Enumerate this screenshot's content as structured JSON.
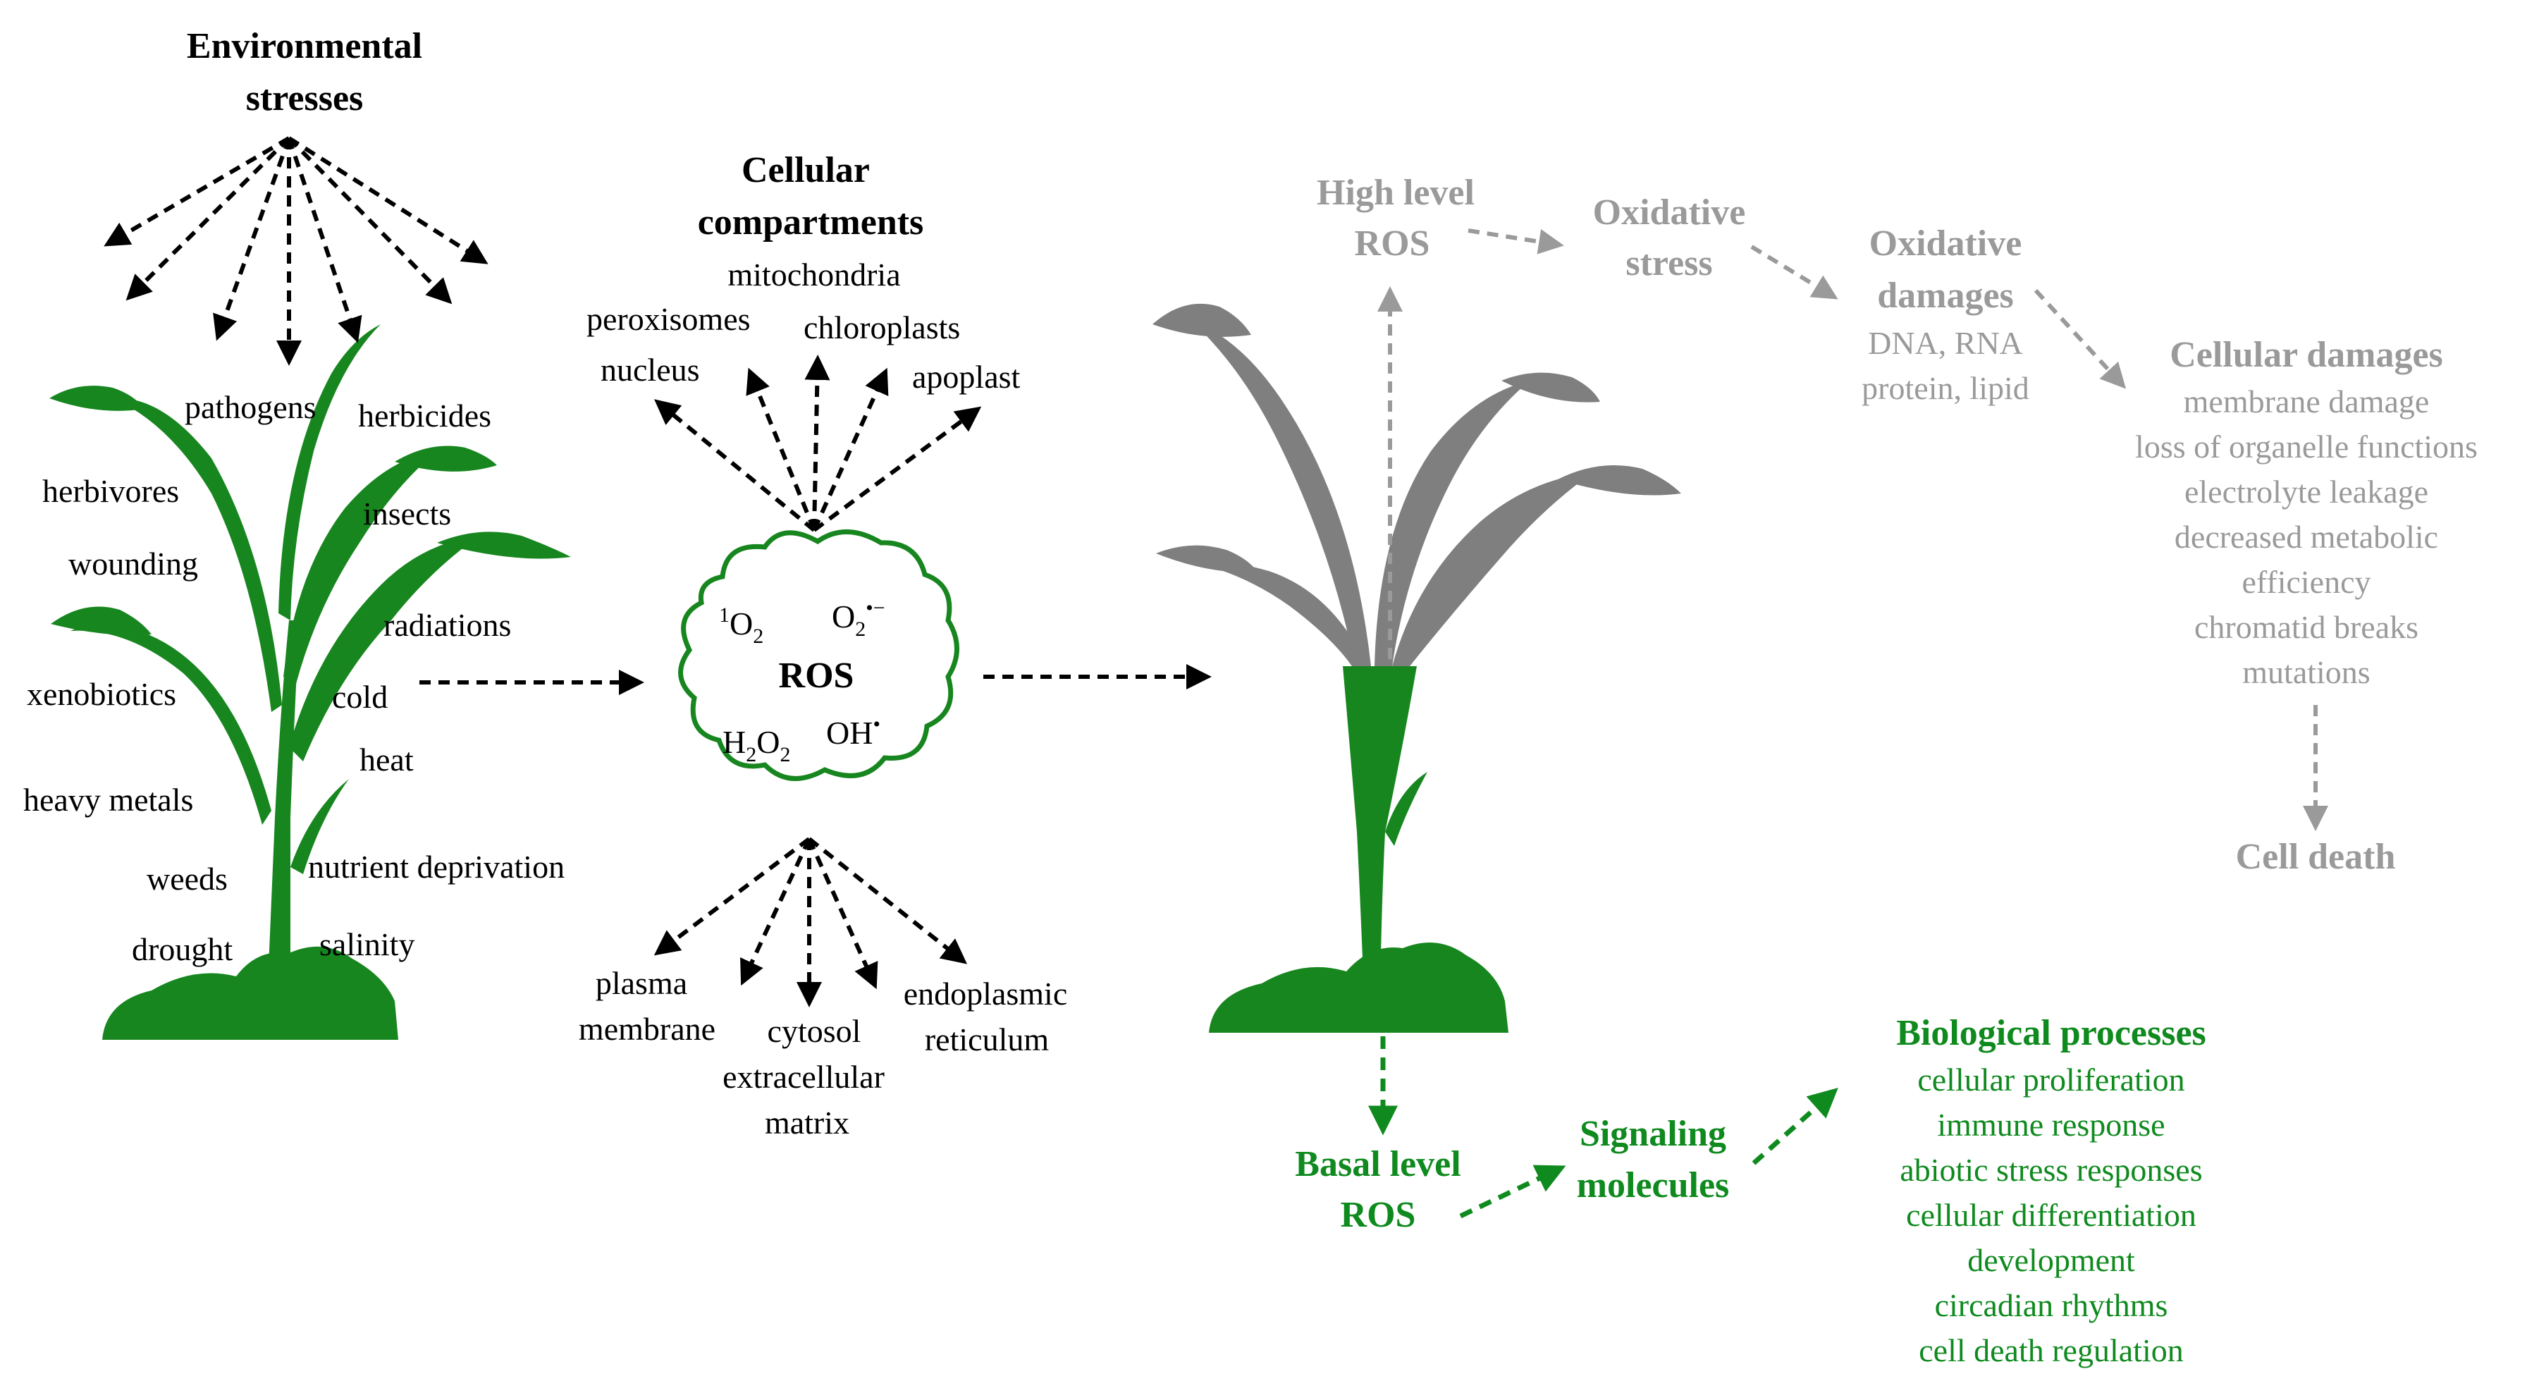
{
  "env": {
    "title_line1": "Environmental",
    "title_line2": "stresses",
    "items": [
      "pathogens",
      "herbicides",
      "herbivores",
      "insects",
      "wounding",
      "radiations",
      "xenobiotics",
      "cold",
      "heat",
      "heavy metals",
      "weeds",
      "nutrient deprivation",
      "drought",
      "salinity"
    ]
  },
  "compartments": {
    "title_line1": "Cellular",
    "title_line2": "compartments",
    "top": [
      "mitochondria",
      "peroxisomes",
      "chloroplasts",
      "nucleus",
      "apoplast"
    ],
    "bottom": [
      "plasma",
      "membrane",
      "cytosol",
      "extracellular",
      "matrix",
      "endoplasmic",
      "reticulum"
    ]
  },
  "ros": {
    "label": "ROS",
    "singlet_sup": "1",
    "singlet_base": "O",
    "singlet_sub": "2",
    "superoxide_base": "O",
    "superoxide_sub": "2",
    "superoxide_sup": "•−",
    "peroxide_a": "H",
    "peroxide_sub1": "2",
    "peroxide_b": "O",
    "peroxide_sub2": "2",
    "hydroxyl": "OH",
    "hydroxyl_sup": "•"
  },
  "high": {
    "line1": "High level",
    "line2": "ROS",
    "ox_stress_1": "Oxidative",
    "ox_stress_2": "stress",
    "ox_dam_1": "Oxidative",
    "ox_dam_2": "damages",
    "ox_dam_3": "DNA, RNA",
    "ox_dam_4": "protein, lipid",
    "cell_dam_title": "Cellular damages",
    "cell_dam_items": [
      "membrane damage",
      "loss of organelle functions",
      "electrolyte leakage",
      "decreased metabolic",
      "efficiency",
      "chromatid breaks",
      "mutations"
    ],
    "cell_death": "Cell death"
  },
  "basal": {
    "line1": "Basal level",
    "line2": "ROS",
    "sig_1": "Signaling",
    "sig_2": "molecules",
    "bio_title": "Biological processes",
    "bio_items": [
      "cellular proliferation",
      "immune response",
      "abiotic stress responses",
      "cellular differentiation",
      "development",
      "circadian rhythms",
      "cell death regulation"
    ]
  },
  "colors": {
    "plant_green": "#17861f",
    "plant_gray": "#7f7f7f",
    "text_gray": "#9a9a9a",
    "text_green": "#0f8a1e"
  }
}
